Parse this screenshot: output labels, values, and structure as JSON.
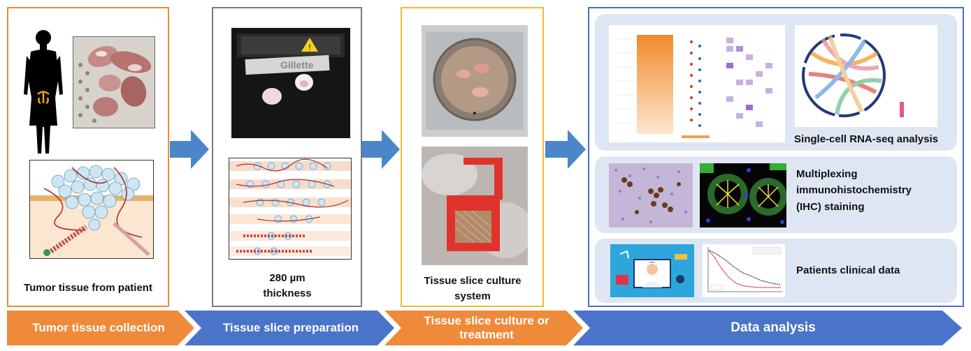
{
  "panels": {
    "collection_caption": "Tumor tissue from patient",
    "preparation_caption": "280 µm thickness",
    "culture_caption": "Tissue slice culture system"
  },
  "analysis": {
    "scrna_label": "Single-cell RNA-seq analysis",
    "ihc_label_line1": "Multiplexing",
    "ihc_label_line2": "immunohistochemistry",
    "ihc_label_line3": "(IHC) staining",
    "clinical_label": "Patients clinical data"
  },
  "stages": [
    {
      "label": "Tumor tissue collection",
      "color": "#ef8a3a"
    },
    {
      "label": "Tissue slice preparation",
      "color": "#4a74c9"
    },
    {
      "label": "Tissue slice culture or treatment",
      "color": "#ef8a3a"
    },
    {
      "label": "Data analysis",
      "color": "#4a74c9"
    }
  ],
  "colors": {
    "arrow": "#4a86c8",
    "orange": "#ef8a3a",
    "blue": "#4a74c9"
  }
}
